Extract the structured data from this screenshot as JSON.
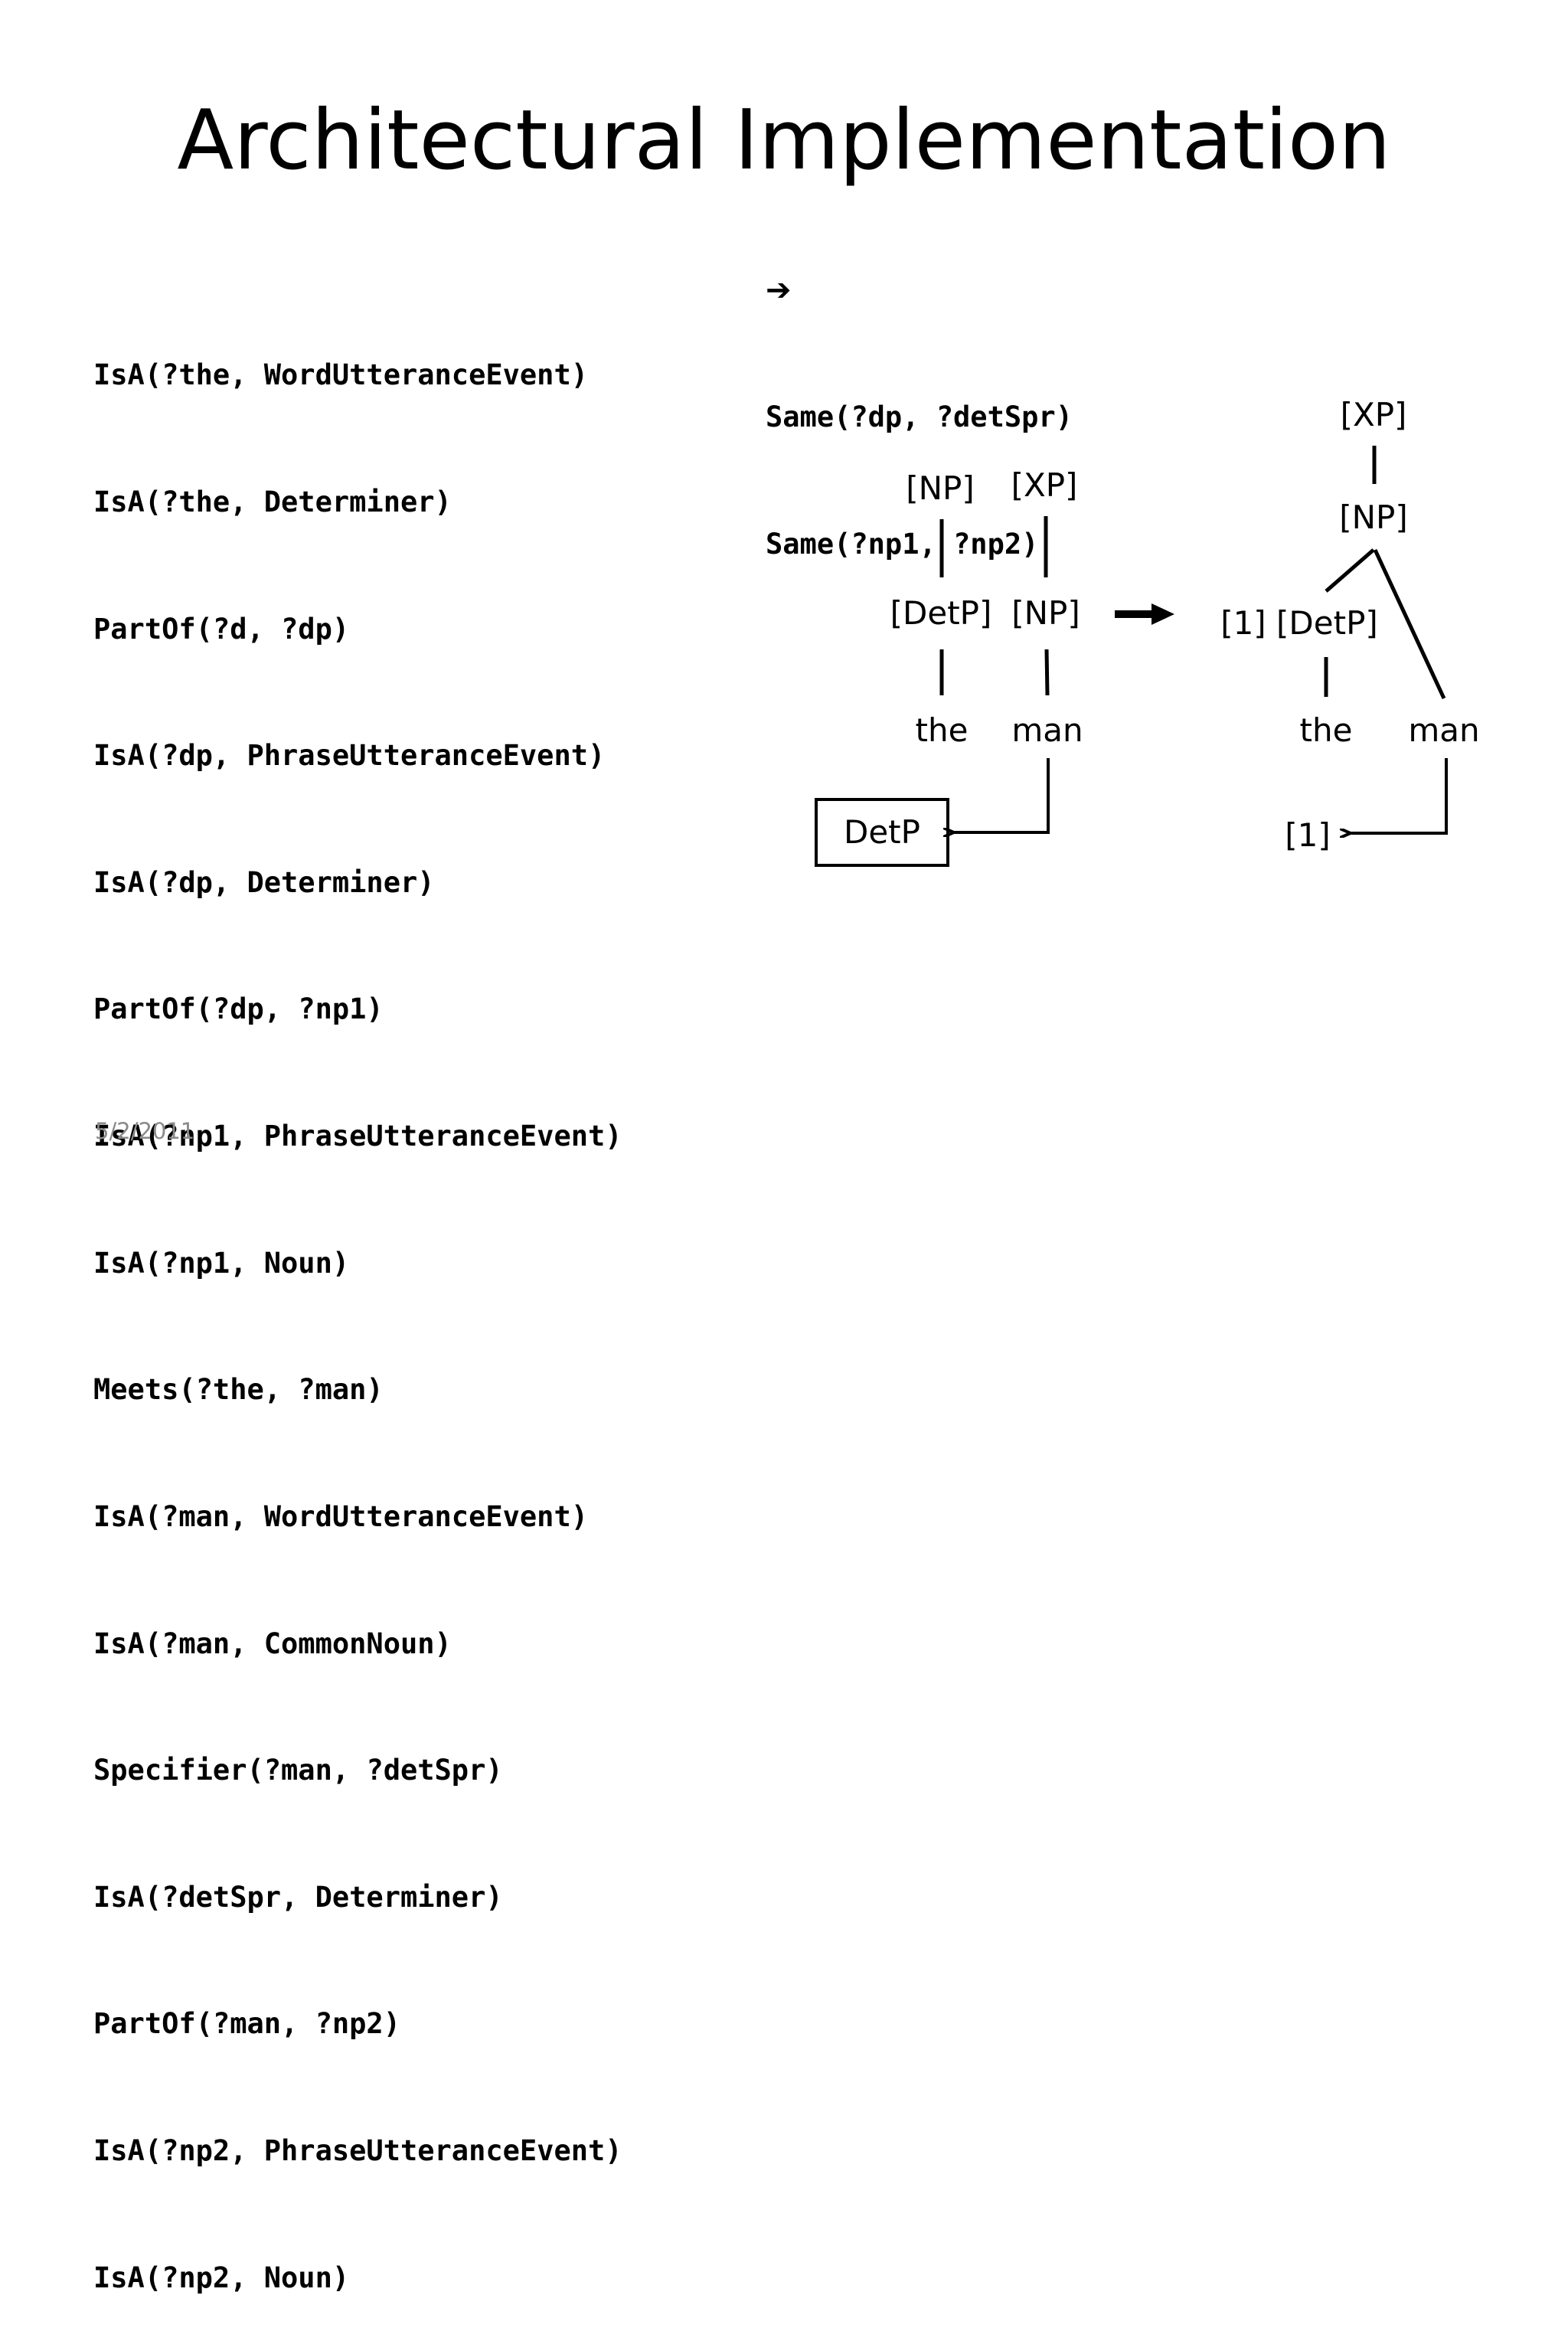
{
  "slide": {
    "title": "Architectural Implementation",
    "date": "5/2/2011"
  },
  "rule": {
    "lhs": [
      "IsA(?the, WordUtteranceEvent)",
      "IsA(?the, Determiner)",
      "PartOf(?d, ?dp)",
      "IsA(?dp, PhraseUtteranceEvent)",
      "IsA(?dp, Determiner)",
      "PartOf(?dp, ?np1)",
      "IsA(?np1, PhraseUtteranceEvent)",
      "IsA(?np1, Noun)",
      "Meets(?the, ?man)",
      "IsA(?man, WordUtteranceEvent)",
      "IsA(?man, CommonNoun)",
      "Specifier(?man, ?detSpr)",
      "IsA(?detSpr, Determiner)",
      "PartOf(?man, ?np2)",
      "IsA(?np2, PhraseUtteranceEvent)",
      "IsA(?np2, Noun)"
    ],
    "implies_icon": "right-arrow-icon",
    "rhs": [
      "Same(?dp, ?detSpr)",
      "Same(?np1, ?np2)"
    ]
  },
  "diagram": {
    "before": {
      "np_top": "[NP]",
      "xp_top": "[XP]",
      "detp_mid": "[DetP]",
      "np_mid": "[NP]",
      "word_the": "the",
      "word_man": "man",
      "spec_box": "DetP"
    },
    "transform_icon": "thick-right-arrow-icon",
    "after": {
      "xp_top": "[XP]",
      "np_mid": "[NP]",
      "detp_node": "[1] [DetP]",
      "word_the": "the",
      "word_man": "man",
      "spec_ref": "[1]"
    }
  }
}
